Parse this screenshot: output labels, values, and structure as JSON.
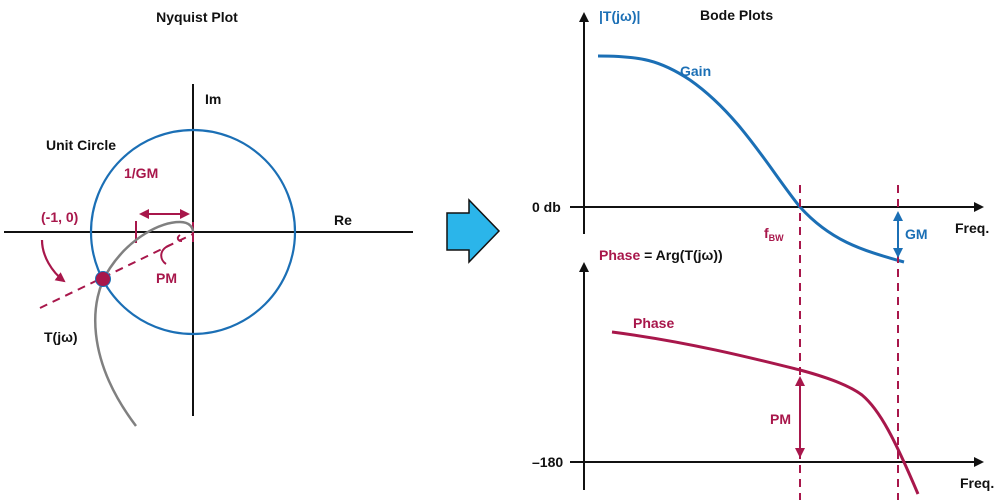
{
  "colors": {
    "blue": "#1b6fb5",
    "crimson": "#a8174b",
    "gray": "#808080",
    "axis": "#111111",
    "arrow_fill": "#2bb5ea"
  },
  "nyquist": {
    "title": "Nyquist Plot",
    "im_label": "Im",
    "re_label": "Re",
    "unit_circle_label": "Unit Circle",
    "gm_label": "1/GM",
    "point_label": "(-1, 0)",
    "pm_label": "PM",
    "curve_label": "T(jω)"
  },
  "bode": {
    "title": "Bode Plots",
    "gain_axis_label": "|T(jω)|",
    "gain_curve_label": "Gain",
    "zero_db_label": "0 db",
    "freq_label_top": "Freq.",
    "fbw_label": "f",
    "fbw_sub": "BW",
    "gm_label": "GM",
    "phase_axis_label_colored": "Phase",
    "phase_axis_label_rest": " = Arg(T(jω))",
    "phase_curve_label": "Phase",
    "pm_label": "PM",
    "minus180_label": "–180",
    "freq_label_bottom": "Freq."
  }
}
